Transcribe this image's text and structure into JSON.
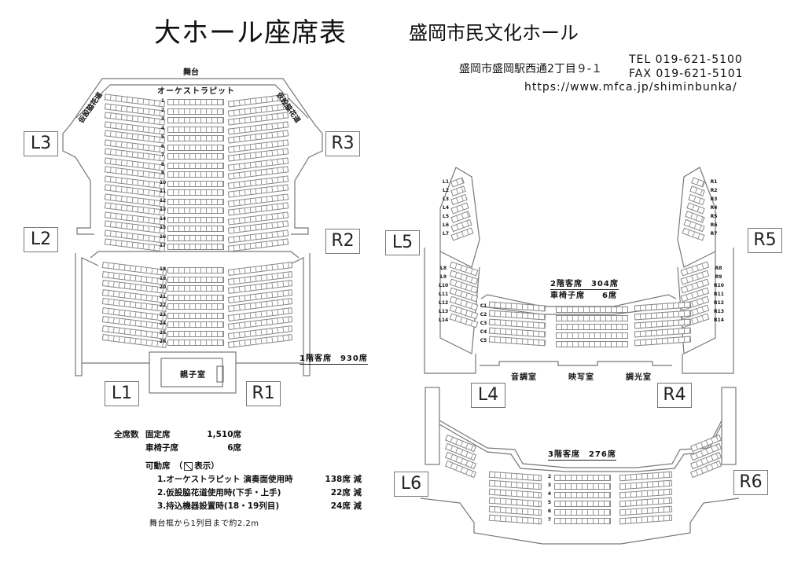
{
  "header": {
    "title": "大ホール座席表",
    "venue": "盛岡市民文化ホール",
    "address": "盛岡市盛岡駅西通2丁目９-１",
    "tel": "TEL 019-621-5100",
    "fax": "FAX 019-621-5101",
    "url": "https://www.mfca.jp/shiminbunka/"
  },
  "floor1": {
    "stage_label": "舞台",
    "orchestra_pit_label": "オーケストラピット",
    "hanamichi_left": "仮設脇花道",
    "hanamichi_right": "仮設脇花道",
    "parent_child_room": "親子室",
    "section_label": "1階客席　930席",
    "rows": [
      "1",
      "2",
      "3",
      "4",
      "5",
      "6",
      "7",
      "8",
      "9",
      "10",
      "11",
      "12",
      "13",
      "14",
      "15",
      "16",
      "17",
      "18",
      "19",
      "20",
      "21",
      "22",
      "23",
      "24",
      "25",
      "26"
    ]
  },
  "floor2": {
    "section_label": "2階客席　304席",
    "wheelchair_label": "車椅子席　　6席",
    "rooms": [
      "音調室",
      "映写室",
      "調光室"
    ],
    "center_rows": [
      "C1",
      "C2",
      "C3",
      "C4",
      "C5"
    ],
    "left_upper_rows": [
      "L1",
      "L2",
      "L3",
      "L4",
      "L5",
      "L6",
      "L7"
    ],
    "left_lower_rows": [
      "L8",
      "L9",
      "L10",
      "L11",
      "L12",
      "L13",
      "L14"
    ],
    "right_upper_rows": [
      "R1",
      "R2",
      "R3",
      "R4",
      "R5",
      "R6",
      "R7"
    ],
    "right_lower_rows": [
      "R8",
      "R9",
      "R10",
      "R11",
      "R12",
      "R13",
      "R14"
    ]
  },
  "floor3": {
    "section_label": "3階客席　276席",
    "rows": [
      "2",
      "3",
      "4",
      "5",
      "6",
      "7"
    ]
  },
  "doors": {
    "L1": "L1",
    "L2": "L2",
    "L3": "L3",
    "L4": "L4",
    "L5": "L5",
    "L6": "L6",
    "R1": "R1",
    "R2": "R2",
    "R3": "R3",
    "R4": "R4",
    "R5": "R5",
    "R6": "R6"
  },
  "summary": {
    "total_label": "全席数",
    "fixed_label": "固定席",
    "fixed_value": "1,510席",
    "wheelchair_label": "車椅子席",
    "wheelchair_value": "6席",
    "movable_label": "可動席　（",
    "movable_suffix": "表示）",
    "items": [
      {
        "label": "1.オーケストラピット 演奏面使用時",
        "value": "138席 減"
      },
      {
        "label": "2.仮設脇花道使用時(下手・上手)",
        "value": "22席 減"
      },
      {
        "label": "3.持込機器設置時(18・19列目)",
        "value": "24席 減"
      }
    ],
    "note": "舞台框から1列目まで約2.2m"
  }
}
